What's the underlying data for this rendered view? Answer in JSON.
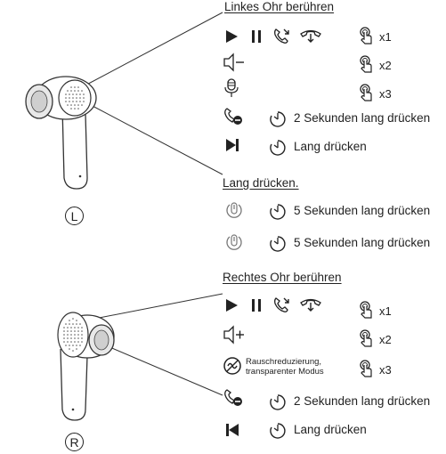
{
  "left": {
    "heading": "Linkes Ohr berühren",
    "badge": "L",
    "taps": [
      "x1",
      "x2",
      "x3"
    ],
    "hold_2s": "2 Sekunden lang drücken",
    "hold_long": "Lang drücken"
  },
  "longpress": {
    "heading": "Lang drücken.",
    "row1": "5 Sekunden lang drücken",
    "row2": "5 Sekunden lang drücken"
  },
  "right": {
    "heading": "Rechtes Ohr berühren",
    "badge": "R",
    "taps": [
      "x1",
      "x2",
      "x3"
    ],
    "anc_label_line1": "Rauschreduzierung,",
    "anc_label_line2": "transparenter Modus",
    "hold_2s": "2 Sekunden lang drücken",
    "hold_long": "Lang drücken"
  },
  "icons": {
    "play": "play-icon",
    "pause": "pause-icon",
    "call-answer": "call-answer-icon",
    "call-hangup": "call-hangup-icon",
    "vol-down": "volume-down-icon",
    "vol-up": "volume-up-icon",
    "mic": "microphone-icon",
    "reject": "call-reject-icon",
    "next": "next-track-icon",
    "prev": "previous-track-icon",
    "timer": "timer-icon",
    "tap": "finger-tap-icon",
    "power": "power-touch-icon",
    "anc": "noise-cancel-icon"
  }
}
